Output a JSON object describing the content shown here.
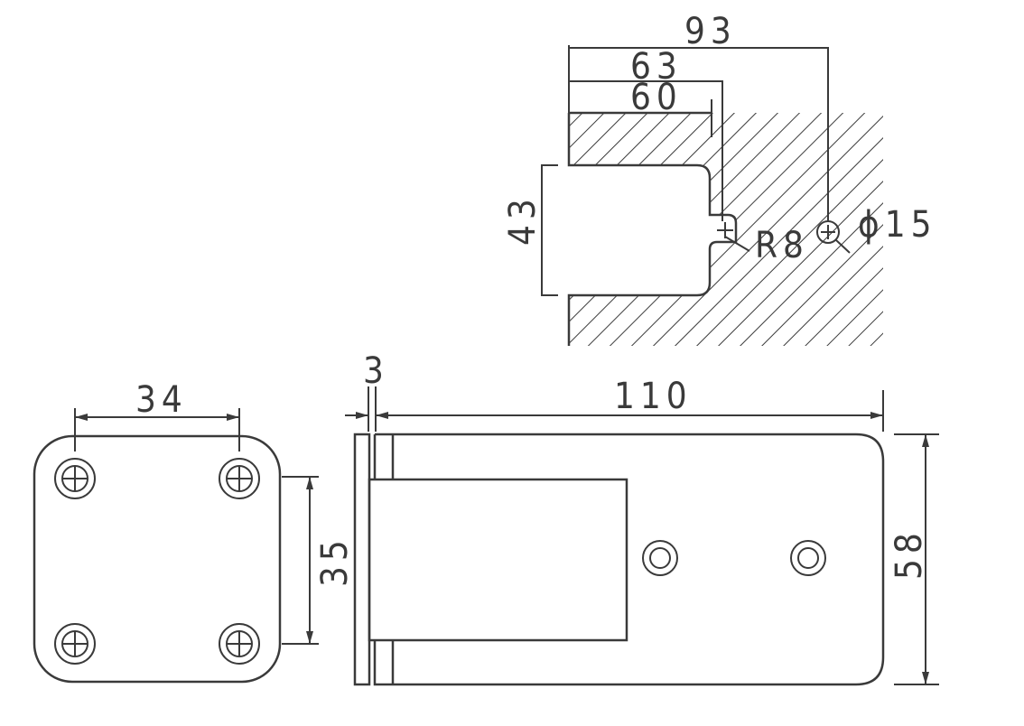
{
  "cutout_view": {
    "dim_overall_depth": "93",
    "dim_pocket_depth_outer": "63",
    "dim_pocket_depth_inner": "60",
    "dim_pocket_height": "43",
    "dim_corner_radius": "R8",
    "dim_hole_diameter": "ϕ15"
  },
  "plate_view": {
    "dim_hole_spacing_horizontal": "34",
    "dim_hole_spacing_vertical": "35"
  },
  "side_view": {
    "dim_gap": "3",
    "dim_length": "110",
    "dim_height": "58"
  },
  "colors": {
    "line": "#3a3a3a",
    "background": "#ffffff"
  }
}
